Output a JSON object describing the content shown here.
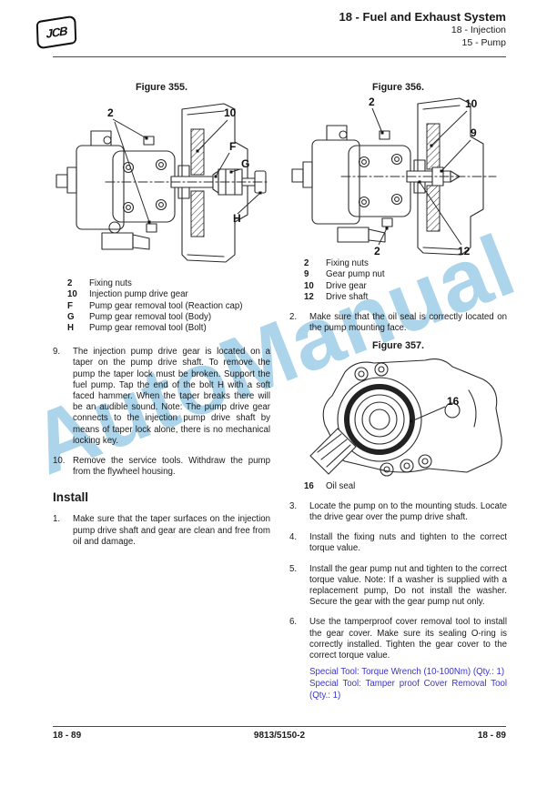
{
  "header": {
    "logo": "JCB",
    "title": "18 - Fuel and Exhaust System",
    "subtitle1": "18 - Injection",
    "subtitle2": "15 - Pump"
  },
  "watermark": "AutoManual",
  "figures": {
    "fig355": {
      "caption": "Figure 355.",
      "callouts": {
        "c2": "2",
        "c10": "10",
        "cF": "F",
        "cG": "G",
        "cH": "H"
      },
      "legend": [
        {
          "key": "2",
          "desc": "Fixing nuts"
        },
        {
          "key": "10",
          "desc": "Injection pump drive gear"
        },
        {
          "key": "F",
          "desc": "Pump gear removal tool (Reaction cap)"
        },
        {
          "key": "G",
          "desc": "Pump gear removal tool (Body)"
        },
        {
          "key": "H",
          "desc": "Pump gear removal tool (Bolt)"
        }
      ]
    },
    "fig356": {
      "caption": "Figure 356.",
      "callouts": {
        "c2top": "2",
        "c10": "10",
        "c9": "9",
        "c12": "12",
        "c2bot": "2"
      },
      "legend": [
        {
          "key": "2",
          "desc": "Fixing nuts"
        },
        {
          "key": "9",
          "desc": "Gear pump nut"
        },
        {
          "key": "10",
          "desc": "Drive gear"
        },
        {
          "key": "12",
          "desc": "Drive shaft"
        }
      ]
    },
    "fig357": {
      "caption": "Figure 357.",
      "callouts": {
        "c16": "16"
      },
      "legend": [
        {
          "key": "16",
          "desc": "Oil seal"
        }
      ]
    }
  },
  "left_steps": [
    {
      "num": "9.",
      "text": "The injection pump drive gear is located on a taper on the pump drive shaft. To remove the pump the taper lock must be broken. Support the fuel pump. Tap the end of the bolt H with a soft faced hammer. When the taper breaks there will be an audible sound. Note: The pump drive gear connects to the injection pump drive shaft by means of taper lock alone, there is no mechanical locking key."
    },
    {
      "num": "10.",
      "text": "Remove the service tools. Withdraw the pump from the flywheel housing."
    }
  ],
  "install": {
    "heading": "Install",
    "steps": [
      {
        "num": "1.",
        "text": "Make sure that the taper surfaces on the injection pump drive shaft and gear are clean and free from oil and damage."
      }
    ]
  },
  "right_steps_a": [
    {
      "num": "2.",
      "text": "Make sure that the oil seal is correctly located on the pump mounting face."
    }
  ],
  "right_steps_b": [
    {
      "num": "3.",
      "text": "Locate the pump on to the mounting studs. Locate the drive gear over the pump drive shaft."
    },
    {
      "num": "4.",
      "text": "Install the fixing nuts and tighten to the correct torque value."
    },
    {
      "num": "5.",
      "text": "Install the gear pump nut and tighten to the correct torque value. Note: If a washer is supplied with a replacement pump, Do not install the washer. Secure the gear with the gear pump nut only."
    },
    {
      "num": "6.",
      "text": "Use the tamperproof cover removal tool to install the gear cover. Make sure its sealing O-ring is correctly installed. Tighten the gear cover to the correct torque value."
    }
  ],
  "special_tools": [
    "Special Tool: Torque Wrench (10-100Nm) (Qty.: 1)",
    "Special Tool: Tamper proof Cover Removal Tool (Qty.: 1)"
  ],
  "footer": {
    "left": "18 - 89",
    "center": "9813/5150-2",
    "right": "18 - 89"
  },
  "colors": {
    "watermark": "#a6d2ea",
    "special_tool_text": "#3a35c8"
  }
}
